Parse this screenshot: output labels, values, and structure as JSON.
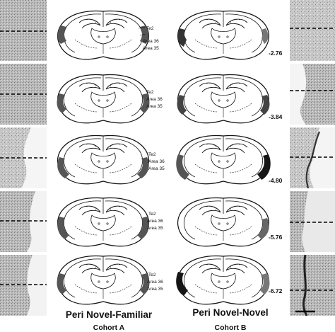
{
  "labels": {
    "left_column_title": "Peri Novel-Familiar",
    "left_column_cohort": "Cohort A",
    "right_column_title": "Peri Novel-Novel",
    "right_column_cohort": "Cohort B",
    "areas": [
      "Te2",
      "Area 36",
      "Area 35"
    ]
  },
  "rows": [
    {
      "coordinate": "-2.76"
    },
    {
      "coordinate": "-3.84"
    },
    {
      "coordinate": "-4.80"
    },
    {
      "coordinate": "-5.76"
    },
    {
      "coordinate": "-6.72"
    }
  ],
  "colors": {
    "lesion_fill": "#555555",
    "lesion_dark": "#151515",
    "outline": "#111111",
    "dashed_line": "#000000"
  }
}
